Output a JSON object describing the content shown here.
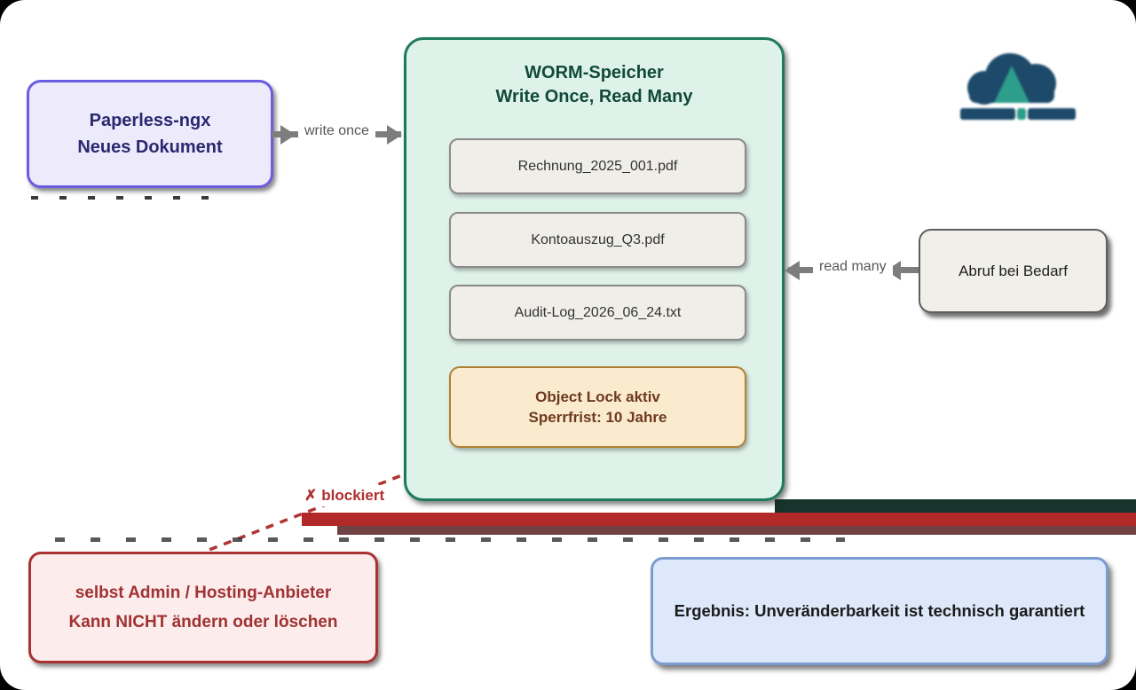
{
  "palette": {
    "canvas_bg": "#ffffff",
    "corner_mask": "#000000",
    "source_border": "#6c5ce0",
    "source_bg": "#eceafb",
    "source_text": "#2b2870",
    "worm_border": "#1e7a5c",
    "worm_bg": "#def2ea",
    "worm_title_text": "#11493b",
    "file_bg": "#efeee9",
    "file_border": "#8a8a8a",
    "lock_bg": "#faeace",
    "lock_border": "#b08135",
    "lock_text": "#6d3a1f",
    "retrieval_bg": "#f0efe9",
    "admin_border": "#a83232",
    "admin_bg": "#fcecec",
    "result_border": "#7b9cd0",
    "result_bg": "#dde9fb",
    "arrow_gray": "#7d7d7d",
    "blocked_red": "#b02d2d",
    "smear_red_bar": "#b22929",
    "smear_maroon": "#6f4343",
    "smear_teal": "#17332c",
    "logo_navy": "#1d4a6b",
    "logo_teal": "#2d9e8a"
  },
  "diagram": {
    "source_box": {
      "line1": "Paperless-ngx",
      "line2": "Neues Dokument"
    },
    "write_arrow_label": "write once",
    "worm_box": {
      "title_line1": "WORM-Speicher",
      "title_line2": "Write Once, Read Many",
      "files": [
        "Rechnung_2025_001.pdf",
        "Kontoauszug_Q3.pdf",
        "Audit-Log_2026_06_24.txt"
      ],
      "object_lock": {
        "line1": "Object Lock aktiv",
        "line2": "Sperrfrist: 10 Jahre"
      }
    },
    "read_arrow_label": "read many",
    "retrieval_box": {
      "label": "Abruf bei Bedarf"
    },
    "blocked_label": {
      "icon": "✗",
      "text": "blockiert"
    },
    "admin_box": {
      "line1": "selbst Admin / Hosting-Anbieter",
      "line2": "Kann NICHT ändern oder löschen"
    },
    "result_box": {
      "label": "Ergebnis: Unveränderbarkeit ist technisch garantiert"
    }
  }
}
